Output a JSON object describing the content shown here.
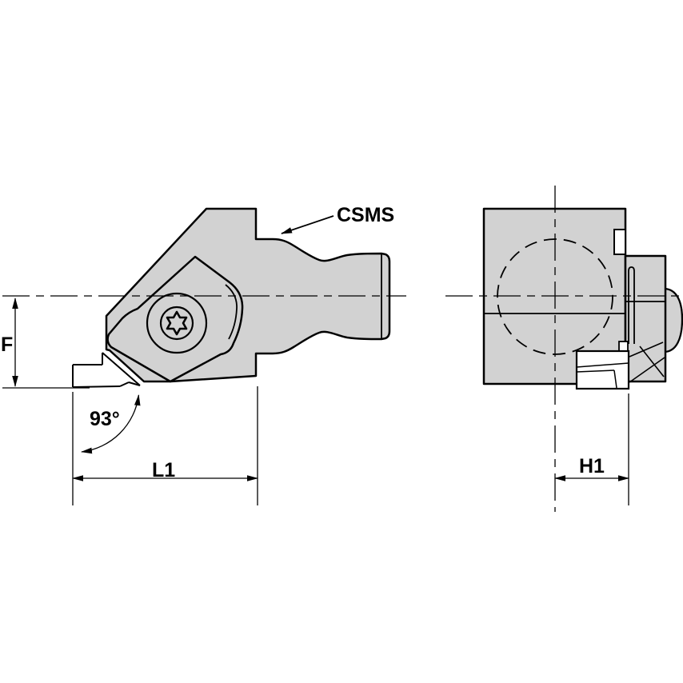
{
  "drawing_labels": {
    "connection_series": "CSMS",
    "lead_angle": "93°",
    "dim_f": "F",
    "dim_l1": "L1",
    "dim_h1": "H1"
  },
  "colors": {
    "body_fill": "#d2d2d2",
    "line_color": "#000000",
    "background": "#ffffff"
  }
}
